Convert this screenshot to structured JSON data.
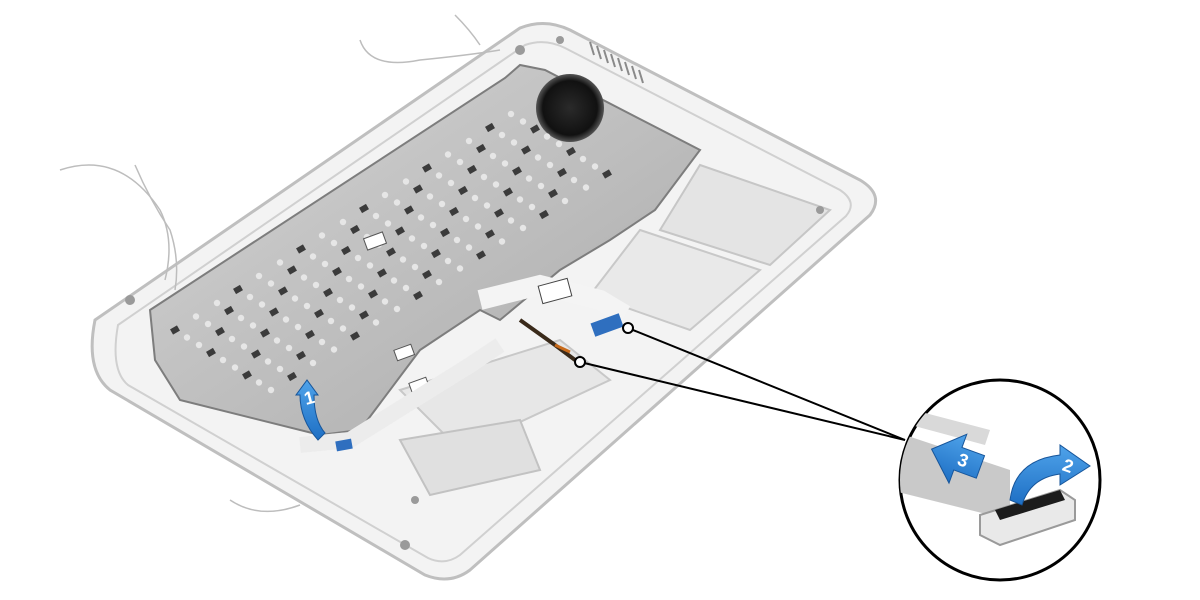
{
  "illustration": {
    "step_labels": {
      "step1": "1",
      "step2": "2",
      "step3": "3"
    },
    "icons": {
      "step1": "curved-lift-arrow-icon",
      "step2": "curved-latch-flip-arrow-icon",
      "step3": "pull-out-arrow-icon"
    },
    "colors": {
      "arrow_blue": "#1e6fc4",
      "arrow_blue_light": "#4fa3ea",
      "chassis_outline": "#bfbfbf",
      "chassis_fill": "#f1f1f1",
      "plate_fill": "#bdbdbd",
      "plate_dark": "#3b3b3b",
      "cable_blue": "#2f6fbf",
      "leader_line": "#000000"
    }
  }
}
